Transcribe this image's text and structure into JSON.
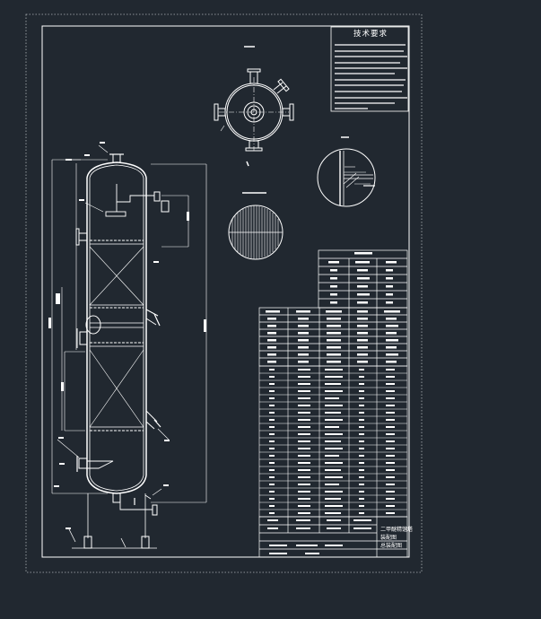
{
  "drawing": {
    "tech_requirements_title": "技术要求",
    "title_block": {
      "line1": "二甲醚精馏塔",
      "line2": "装配图",
      "line3": "总装配图"
    },
    "colors": {
      "background": "#212830",
      "line": "#ffffff",
      "frame_dotted": "#b0b0b0",
      "dimension": "#ffffff"
    }
  }
}
